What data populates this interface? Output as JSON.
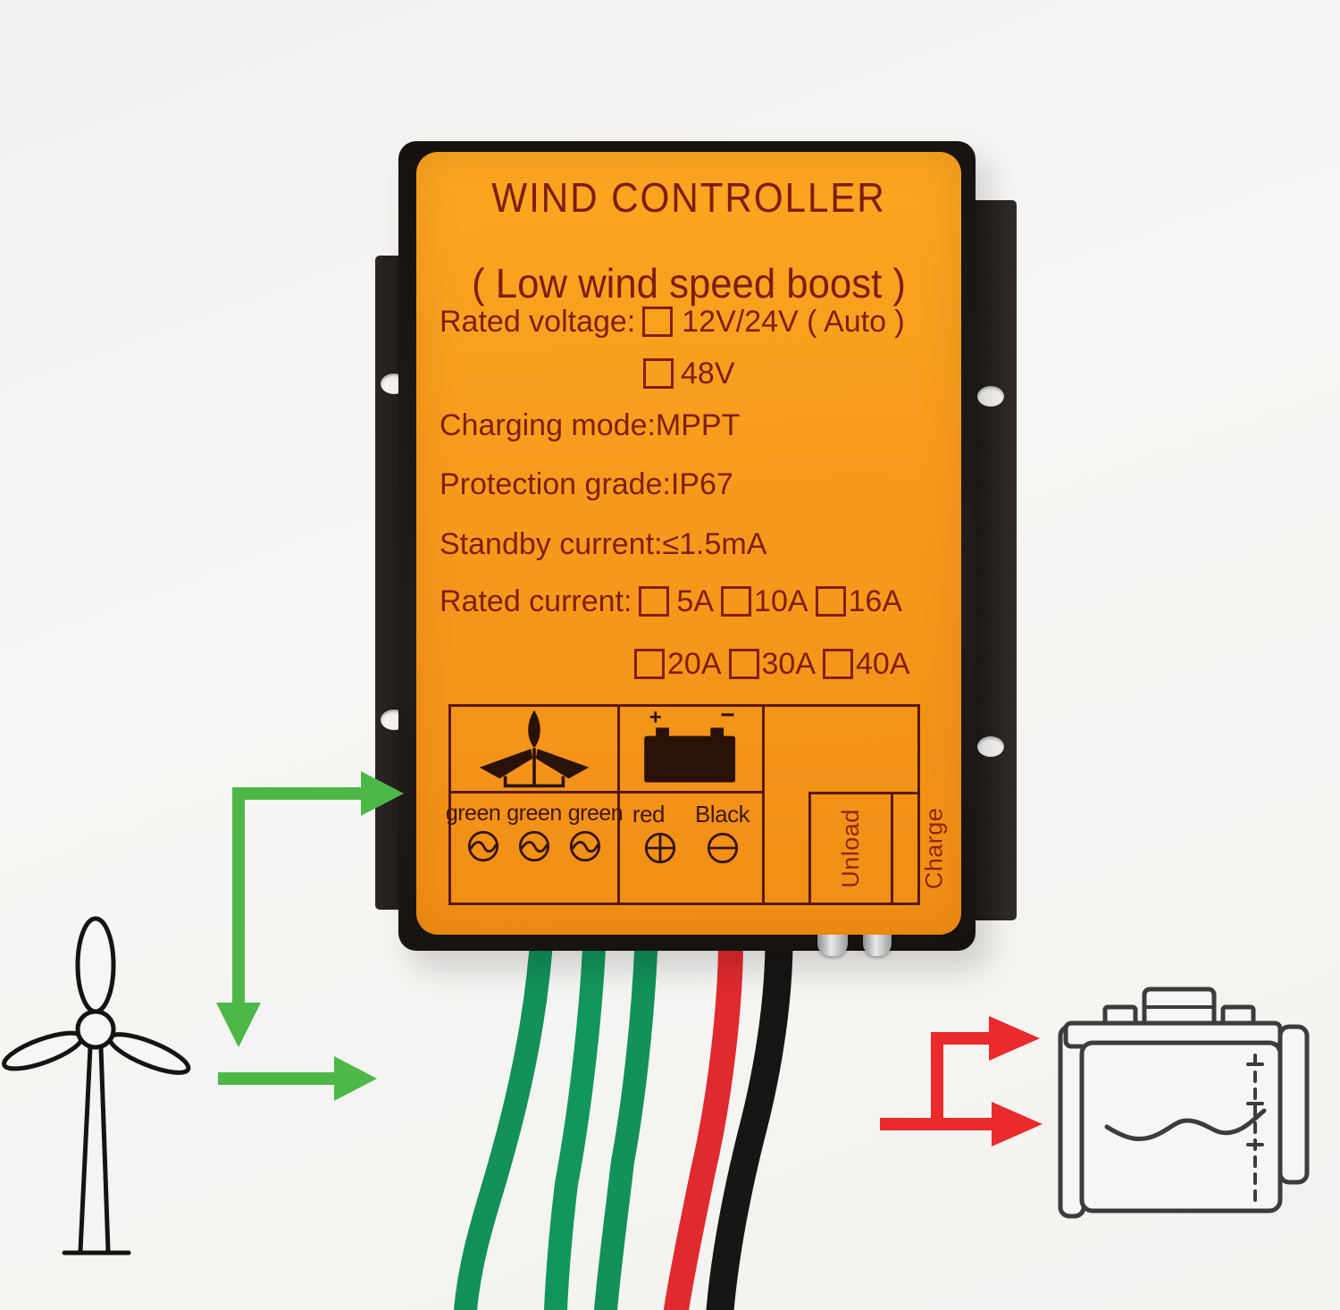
{
  "label": {
    "title": "WIND CONTROLLER",
    "subtitle": "( Low wind speed boost )",
    "rated_voltage": {
      "name": "Rated voltage:",
      "option1": "12V/24V ( Auto )",
      "option2": "48V"
    },
    "charging_mode": "Charging mode:MPPT",
    "protection_grade": "Protection grade:IP67",
    "standby_current": "Standby current:≤1.5mA",
    "rated_current": {
      "name": "Rated current:",
      "row1": [
        "5A",
        "10A",
        "16A"
      ],
      "row2": [
        "20A",
        "30A",
        "40A"
      ]
    },
    "terminals": {
      "turbine_wires": [
        "green",
        "green",
        "green"
      ],
      "battery_wires": [
        "red",
        "Black"
      ],
      "battery_plus": "+",
      "battery_minus": "−",
      "indicators": [
        "Unload",
        "Charge"
      ]
    }
  },
  "icons": {
    "turbine_table_icon": "wind-turbine-icon",
    "battery_table_icon": "battery-icon",
    "turbine_terminal_icon": "screw-terminal-wave-slot-icon",
    "battery_positive_terminal_icon": "screw-terminal-plus-icon",
    "battery_negative_terminal_icon": "screw-terminal-minus-icon",
    "left_sketch": "wind-turbine-sketch",
    "right_sketch": "battery-sketch"
  },
  "colors": {
    "label_orange": "#F79A1C",
    "label_text": "#7E2012",
    "case_black": "#1B1714",
    "arrow_green": "#4DB848",
    "arrow_red": "#EA2A2C",
    "wire_green": "#12915A",
    "wire_red": "#E02A2E",
    "wire_black": "#161616"
  }
}
